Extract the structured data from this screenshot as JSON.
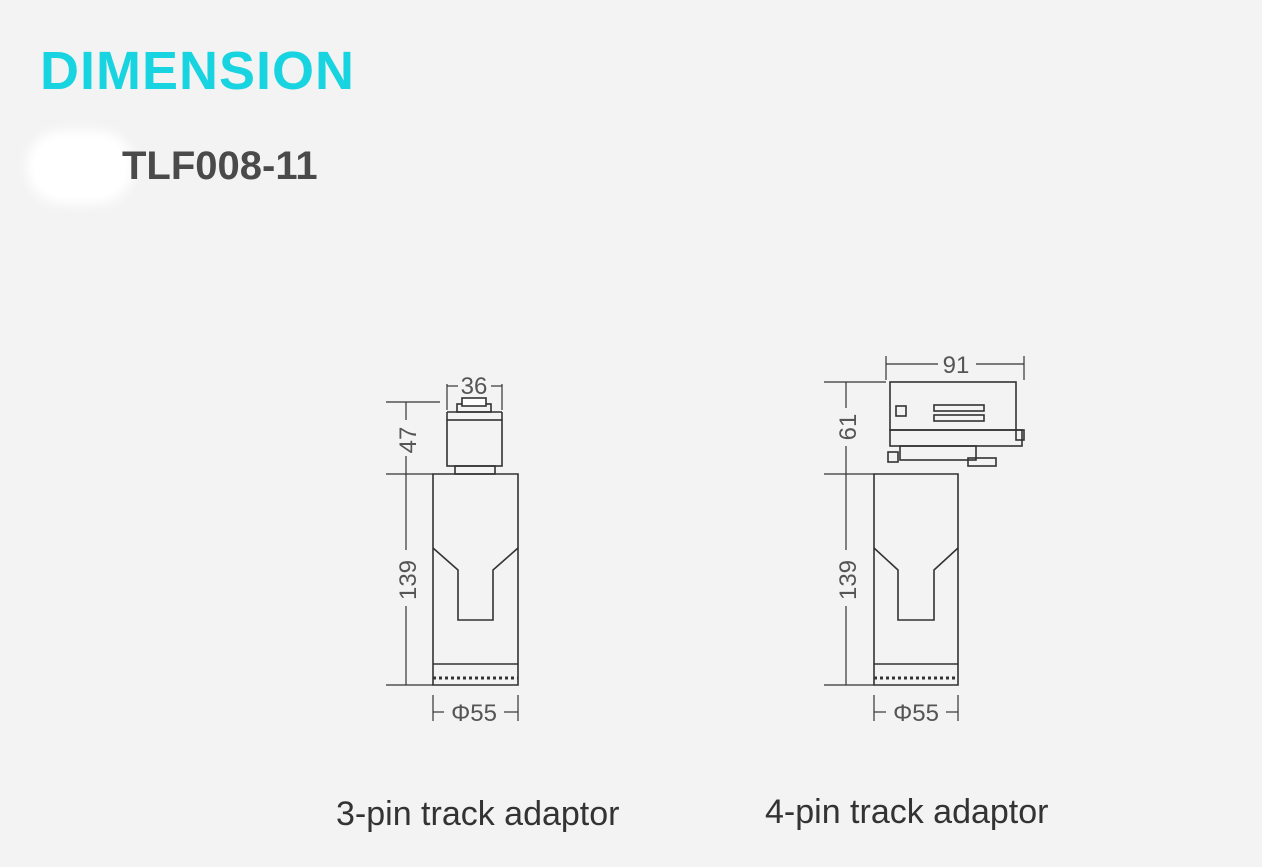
{
  "header": {
    "title": "DIMENSION",
    "model": "TLF008-11"
  },
  "variants": [
    {
      "caption": "3-pin track adaptor",
      "dimensions": {
        "top_width": "36",
        "adaptor_height": "47",
        "body_height": "139",
        "diameter": "Φ55"
      }
    },
    {
      "caption": "4-pin track adaptor",
      "dimensions": {
        "top_width": "91",
        "adaptor_height": "61",
        "body_height": "139",
        "diameter": "Φ55"
      }
    }
  ],
  "colors": {
    "title": "#18d3e0",
    "line": "#333333"
  }
}
